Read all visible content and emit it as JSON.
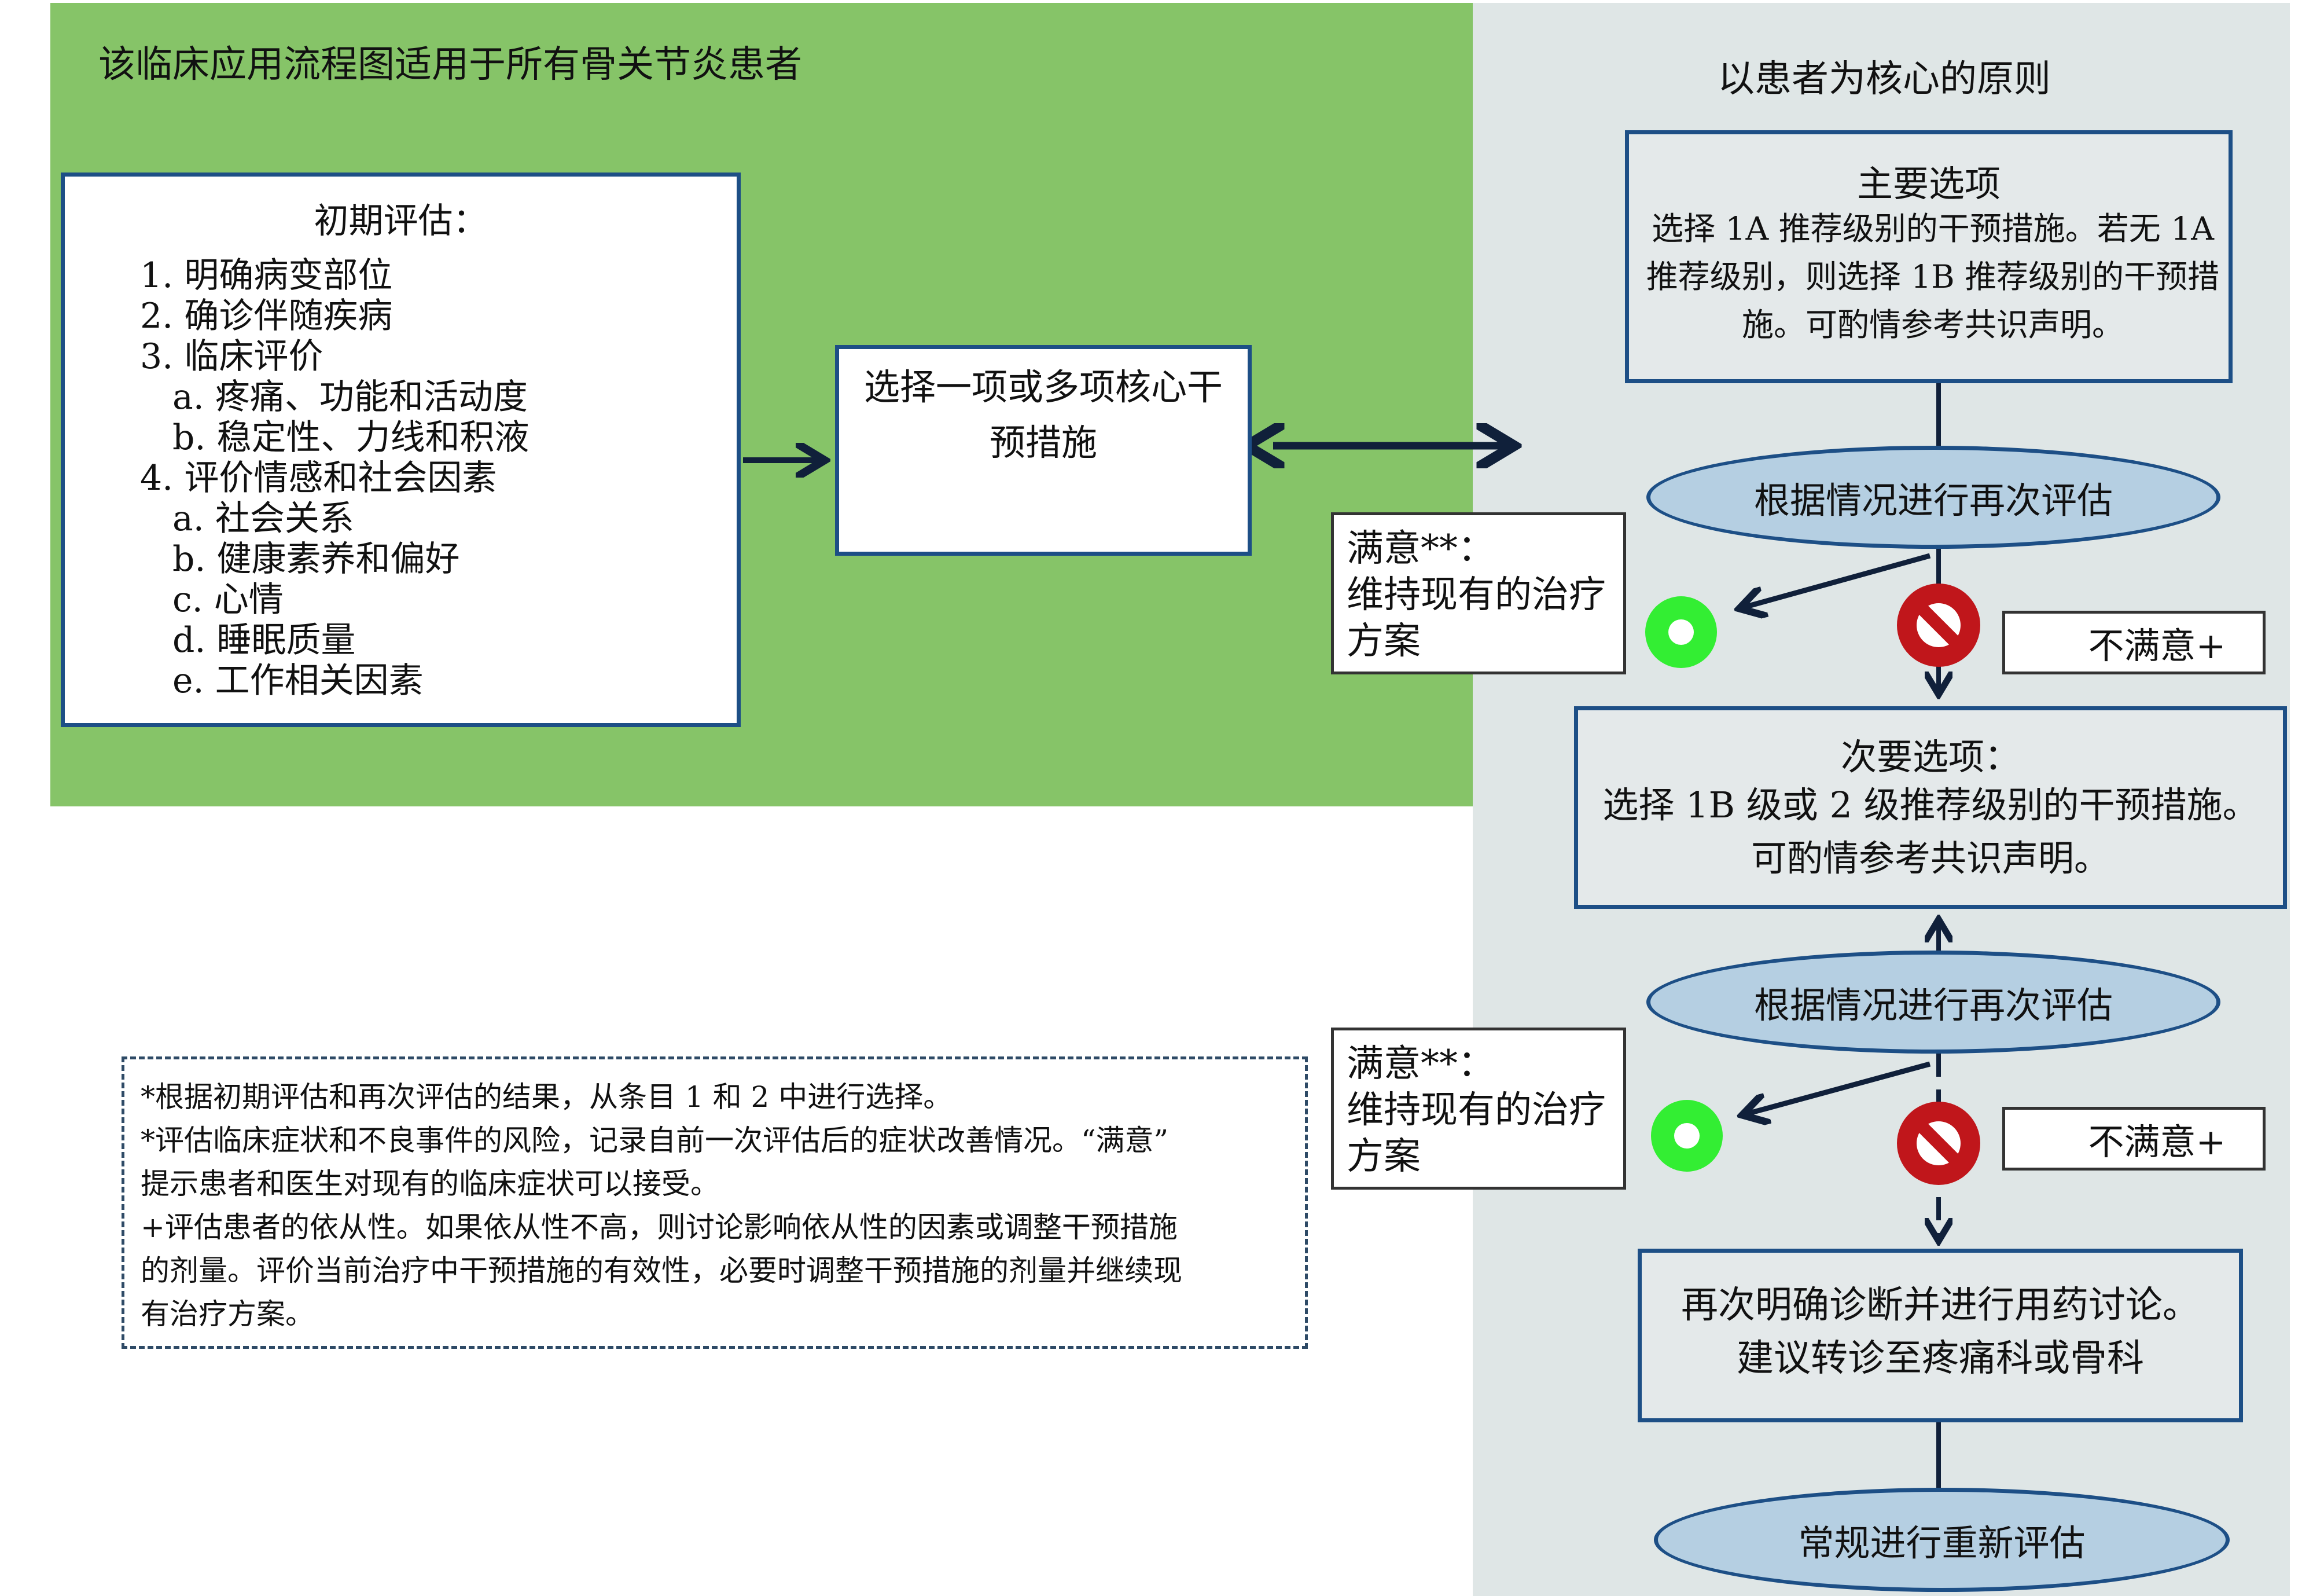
{
  "colors": {
    "green_panel": "#86c468",
    "gray_panel": "#dfe6e6",
    "border": "#1d4f86",
    "oval_fill": "#b5cfe2",
    "ok_icon": "#33ee33",
    "no_icon": "#c0161b"
  },
  "green_panel": {
    "title": "该临床应用流程图适用于所有骨关节炎患者"
  },
  "gray_panel": {
    "title": "以患者为核心的原则"
  },
  "initial_assessment": {
    "title": "初期评估：",
    "items": [
      "1. 明确病变部位",
      "2. 确诊伴随疾病",
      "3. 临床评价",
      "a. 疼痛、功能和活动度",
      "b. 稳定性、力线和积液",
      "4. 评价情感和社会因素",
      "a. 社会关系",
      "b. 健康素养和偏好",
      "c.  心情",
      "d. 睡眠质量",
      "e. 工作相关因素"
    ]
  },
  "core_intervention": {
    "text": "选择一项或多项核心干预措施"
  },
  "primary_option": {
    "title": "主要选项",
    "text": "选择 1A 推荐级别的干预措施。若无 1A 推荐级别，则选择 1B 推荐级别的干预措施。可酌情参考共识声明。"
  },
  "reassess_1": "根据情况进行再次评估",
  "reassess_2": "根据情况进行再次评估",
  "satisfied": {
    "line1": "满意**：",
    "line2": "维持现有的治疗",
    "line3": "方案"
  },
  "unsatisfied": "不满意+",
  "secondary_option": {
    "title": "次要选项：",
    "line1": "选择 1B 级或 2 级推荐级别的干预措施。",
    "line2": "可酌情参考共识声明。"
  },
  "rediagnosis": {
    "line1": "再次明确诊断并进行用药讨论。",
    "line2": "建议转诊至疼痛科或骨科"
  },
  "routine_reassess": "常规进行重新评估",
  "notes": [
    "*根据初期评估和再次评估的结果，从条目 1 和 2 中进行选择。",
    "*评估临床症状和不良事件的风险，记录自前一次评估后的症状改善情况。“满意”",
    "提示患者和医生对现有的临床症状可以接受。",
    "+评估患者的依从性。如果依从性不高，则讨论影响依从性的因素或调整干预措施",
    "的剂量。评价当前治疗中干预措施的有效性，必要时调整干预措施的剂量并继续现",
    "有治疗方案。"
  ]
}
